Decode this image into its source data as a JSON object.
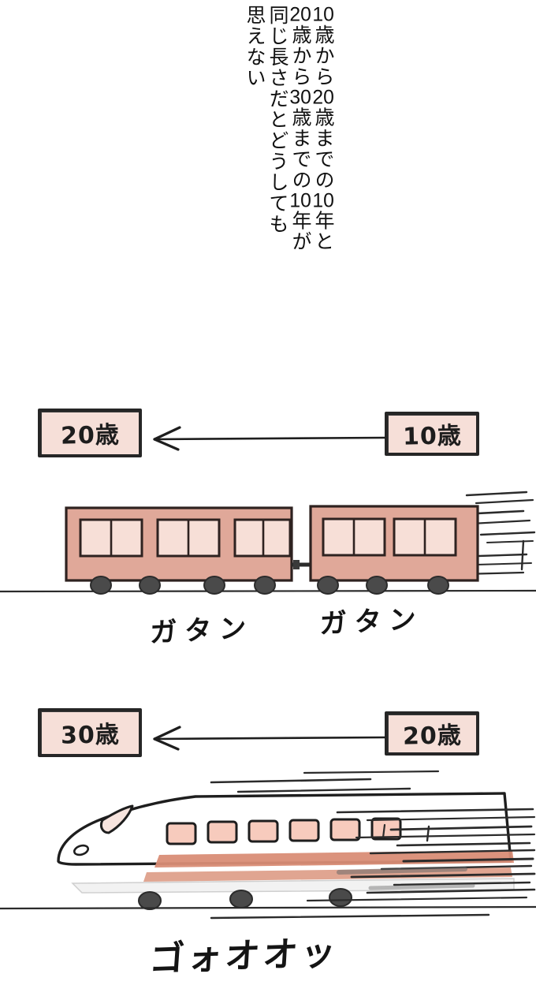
{
  "narration": {
    "columns": [
      {
        "id": "col-1",
        "text": "10歳から20歳までの10年と"
      },
      {
        "id": "col-2",
        "text": "20歳から30歳までの10年が"
      },
      {
        "id": "col-3",
        "text": "同じ長さだとどうしても"
      },
      {
        "id": "col-4",
        "text": "思えない"
      }
    ],
    "col_1_parts": {
      "n1": "10",
      "s1": "歳から",
      "n2": "20",
      "s2": "歳までの",
      "n3": "10",
      "s3": "年と"
    },
    "col_2_parts": {
      "n1": "20",
      "s1": "歳から",
      "n2": "30",
      "s2": "歳までの",
      "n3": "10",
      "s3": "年が"
    },
    "col_3_text": "同じ長さだとどうしても",
    "col_4_text": "思えない"
  },
  "scene_local": {
    "label_to": "20歳",
    "label_from": "10歳",
    "arrow_direction": "left",
    "sfx": "ガタン　ガタン",
    "sfx_parts": {
      "a": "ガタン",
      "b": "ガタン"
    },
    "vehicle": "commuter-train",
    "car_count": 2
  },
  "scene_bullet": {
    "label_to": "30歳",
    "label_from": "20歳",
    "arrow_direction": "left",
    "sfx": "ゴォオオッ",
    "vehicle": "shinkansen",
    "car_count": 1
  },
  "colors": {
    "ink": "#262626",
    "box_fill": "#f6dfd8",
    "train_body": "#e0a899",
    "train_window": "#f7dfd7",
    "train_wheel": "#4a4a4a",
    "stripe": "#d98d76",
    "background": "#ffffff"
  }
}
